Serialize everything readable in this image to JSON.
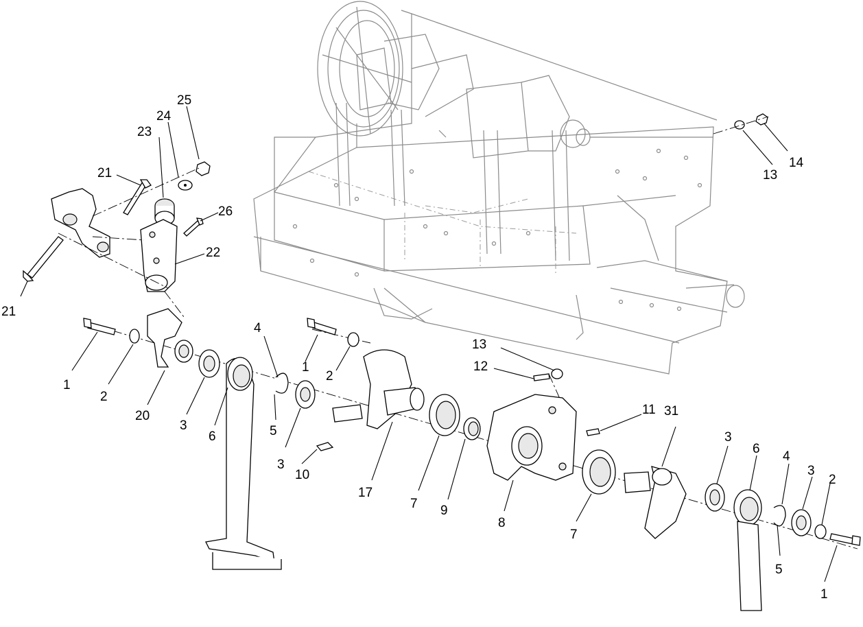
{
  "callouts": [
    {
      "id": "c1a",
      "text": "1"
    },
    {
      "id": "c1b",
      "text": "1"
    },
    {
      "id": "c1c",
      "text": "1"
    },
    {
      "id": "c2a",
      "text": "2"
    },
    {
      "id": "c2b",
      "text": "2"
    },
    {
      "id": "c2c",
      "text": "2"
    },
    {
      "id": "c3a",
      "text": "3"
    },
    {
      "id": "c3b",
      "text": "3"
    },
    {
      "id": "c3c",
      "text": "3"
    },
    {
      "id": "c3d",
      "text": "3"
    },
    {
      "id": "c4a",
      "text": "4"
    },
    {
      "id": "c4b",
      "text": "4"
    },
    {
      "id": "c5a",
      "text": "5"
    },
    {
      "id": "c5b",
      "text": "5"
    },
    {
      "id": "c6a",
      "text": "6"
    },
    {
      "id": "c6b",
      "text": "6"
    },
    {
      "id": "c7a",
      "text": "7"
    },
    {
      "id": "c7b",
      "text": "7"
    },
    {
      "id": "c8",
      "text": "8"
    },
    {
      "id": "c9",
      "text": "9"
    },
    {
      "id": "c10",
      "text": "10"
    },
    {
      "id": "c11",
      "text": "11"
    },
    {
      "id": "c12",
      "text": "12"
    },
    {
      "id": "c13a",
      "text": "13"
    },
    {
      "id": "c13b",
      "text": "13"
    },
    {
      "id": "c14",
      "text": "14"
    },
    {
      "id": "c17",
      "text": "17"
    },
    {
      "id": "c20",
      "text": "20"
    },
    {
      "id": "c21a",
      "text": "21"
    },
    {
      "id": "c21b",
      "text": "21"
    },
    {
      "id": "c22",
      "text": "22"
    },
    {
      "id": "c23",
      "text": "23"
    },
    {
      "id": "c24",
      "text": "24"
    },
    {
      "id": "c25",
      "text": "25"
    },
    {
      "id": "c26",
      "text": "26"
    },
    {
      "id": "c31",
      "text": "31"
    }
  ]
}
